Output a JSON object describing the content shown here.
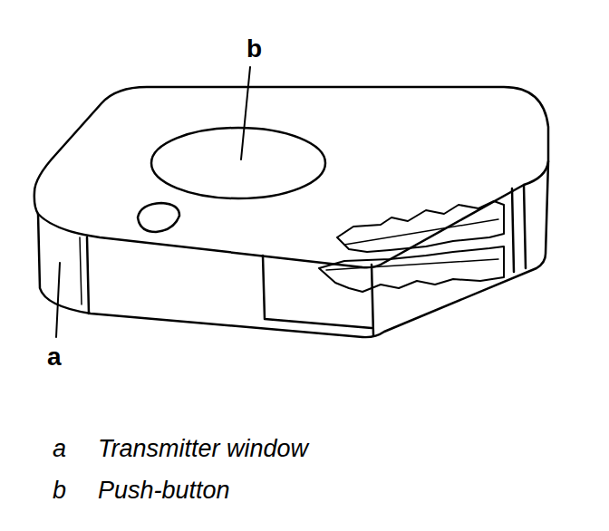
{
  "diagram": {
    "labels": [
      "b",
      "a",
      "a",
      "Transmitter window",
      "b",
      "Push-button"
    ]
  }
}
